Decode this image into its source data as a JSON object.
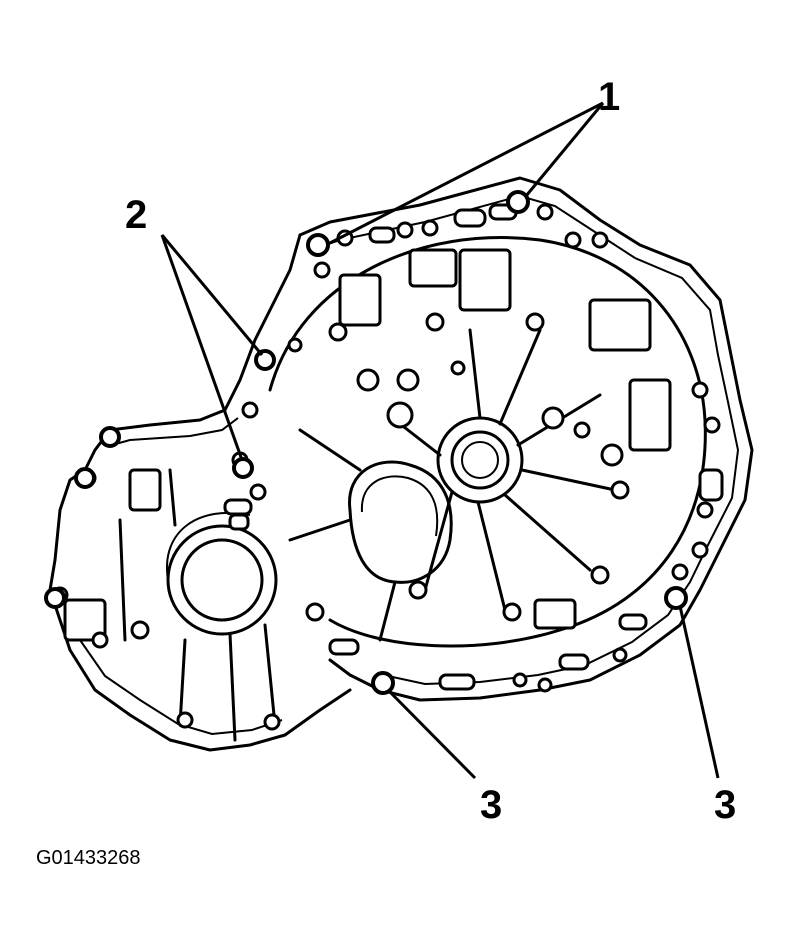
{
  "diagram": {
    "callouts": [
      {
        "id": "callout-1",
        "label": "1"
      },
      {
        "id": "callout-2",
        "label": "2"
      },
      {
        "id": "callout-3a",
        "label": "3"
      },
      {
        "id": "callout-3b",
        "label": "3"
      }
    ],
    "figure_id": "G01433268",
    "colors": {
      "line": "#000000",
      "background": "#ffffff"
    }
  }
}
